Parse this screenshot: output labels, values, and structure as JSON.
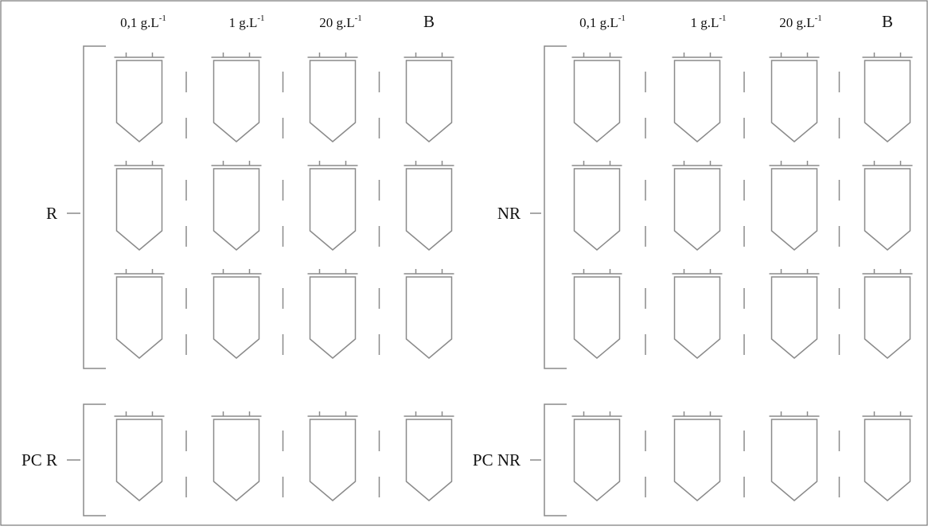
{
  "diagram": {
    "panels": [
      {
        "id": "left",
        "columns": [
          {
            "conc": "0,1 g.L",
            "exp": "-1"
          },
          {
            "conc": "1 g.L",
            "exp": "-1"
          },
          {
            "conc": "20 g.L",
            "exp": "-1"
          },
          {
            "conc": "B",
            "exp": ""
          }
        ],
        "groups": [
          {
            "label": "R",
            "rows": 3
          },
          {
            "label": "PC R",
            "rows": 1
          }
        ]
      },
      {
        "id": "right",
        "columns": [
          {
            "conc": "0,1 g.L",
            "exp": "-1"
          },
          {
            "conc": "1 g.L",
            "exp": "-1"
          },
          {
            "conc": "20 g.L",
            "exp": "-1"
          },
          {
            "conc": "B",
            "exp": ""
          }
        ],
        "groups": [
          {
            "label": "NR",
            "rows": 3
          },
          {
            "label": "PC NR",
            "rows": 1
          }
        ]
      }
    ]
  },
  "colors": {
    "line": "#8a8a8a",
    "frame": "#777777",
    "text": "#111111"
  }
}
